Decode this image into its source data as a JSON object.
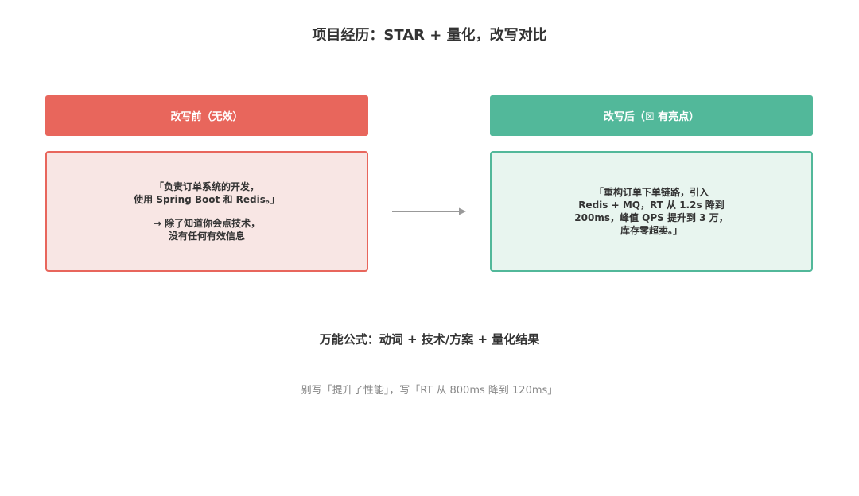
{
  "title": "项目经历：STAR + 量化，改写对比",
  "before": {
    "header": "改写前（无效）",
    "lines": [
      "「负责订单系统的开发，",
      "使用 Spring Boot 和 Redis。」",
      "→ 除了知道你会点技术，",
      "没有任何有效信息"
    ]
  },
  "after": {
    "header": "改写后（☒ 有亮点）",
    "lines": [
      "「重构订单下单链路，引入",
      "Redis + MQ，RT 从 1.2s 降到",
      "200ms，峰值 QPS 提升到 3 万，",
      "库存零超卖。」"
    ]
  },
  "formula": "万能公式：动词 + 技术/方案 + 量化结果",
  "tip": "别写「提升了性能」，写「RT 从 800ms 降到 120ms」",
  "colors": {
    "before_accent": "#e8665c",
    "before_bg": "#f8e6e4",
    "after_accent": "#52b89a",
    "after_bg": "#e8f5ef",
    "arrow": "#999999"
  },
  "icons": {
    "arrow": "right-arrow-icon"
  }
}
